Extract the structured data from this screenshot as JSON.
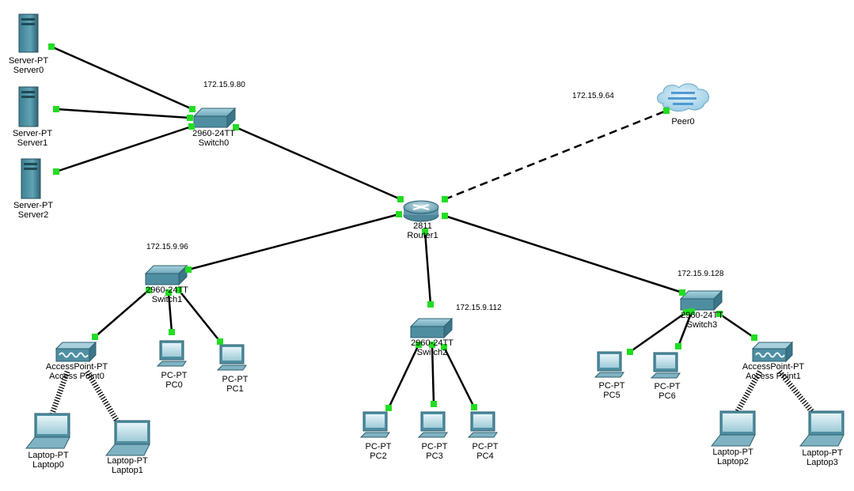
{
  "colors": {
    "link": "#000000",
    "port": "#22dd22",
    "wireless": "#000000"
  },
  "subnets": {
    "switch0": "172.15.9.80",
    "switch1": "172.15.9.96",
    "switch2": "172.15.9.112",
    "switch3": "172.15.9.128",
    "peer": "172.15.9.64"
  },
  "devices": {
    "server0": {
      "model": "Server-PT",
      "name": "Server0",
      "icon": "server-icon"
    },
    "server1": {
      "model": "Server-PT",
      "name": "Server1",
      "icon": "server-icon"
    },
    "server2": {
      "model": "Server-PT",
      "name": "Server2",
      "icon": "server-icon"
    },
    "switch0": {
      "model": "2960-24TT",
      "name": "Switch0",
      "icon": "switch-icon"
    },
    "peer0": {
      "model": "",
      "name": "Peer0",
      "icon": "cloud-icon"
    },
    "router1": {
      "model": "2811",
      "name": "Router1",
      "icon": "router-icon"
    },
    "switch1": {
      "model": "2960-24TT",
      "name": "Switch1",
      "icon": "switch-icon"
    },
    "switch2": {
      "model": "2960-24TT",
      "name": "Switch2",
      "icon": "switch-icon"
    },
    "switch3": {
      "model": "2960-24TT",
      "name": "Switch3",
      "icon": "switch-icon"
    },
    "ap0": {
      "model": "AccessPoint-PT",
      "name": "Access Point0",
      "icon": "access-point-icon"
    },
    "ap1": {
      "model": "AccessPoint-PT",
      "name": "Access Point1",
      "icon": "access-point-icon"
    },
    "pc0": {
      "model": "PC-PT",
      "name": "PC0",
      "icon": "pc-icon"
    },
    "pc1": {
      "model": "PC-PT",
      "name": "PC1",
      "icon": "pc-icon"
    },
    "pc2": {
      "model": "PC-PT",
      "name": "PC2",
      "icon": "pc-icon"
    },
    "pc3": {
      "model": "PC-PT",
      "name": "PC3",
      "icon": "pc-icon"
    },
    "pc4": {
      "model": "PC-PT",
      "name": "PC4",
      "icon": "pc-icon"
    },
    "pc5": {
      "model": "PC-PT",
      "name": "PC5",
      "icon": "pc-icon"
    },
    "pc6": {
      "model": "PC-PT",
      "name": "PC6",
      "icon": "pc-icon"
    },
    "laptop0": {
      "model": "Laptop-PT",
      "name": "Laptop0",
      "icon": "laptop-icon"
    },
    "laptop1": {
      "model": "Laptop-PT",
      "name": "Laptop1",
      "icon": "laptop-icon"
    },
    "laptop2": {
      "model": "Laptop-PT",
      "name": "Laptop2",
      "icon": "laptop-icon"
    },
    "laptop3": {
      "model": "Laptop-PT",
      "name": "Laptop3",
      "icon": "laptop-icon"
    }
  }
}
